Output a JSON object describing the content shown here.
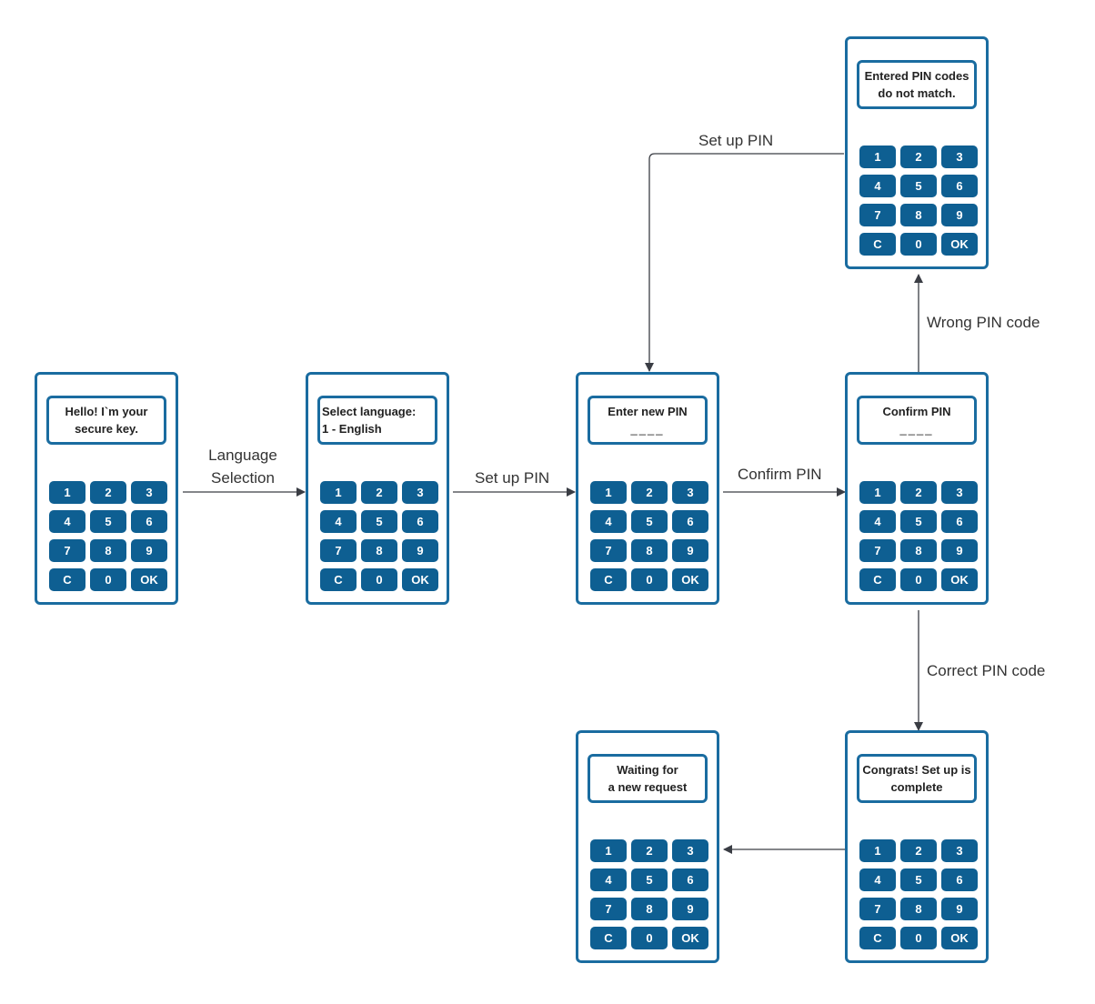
{
  "colors": {
    "device_border": "#1a6ca0",
    "key_fill": "#0e5f92",
    "key_text": "#ffffff",
    "arrow": "#3a3d44"
  },
  "keys": [
    "1",
    "2",
    "3",
    "4",
    "5",
    "6",
    "7",
    "8",
    "9",
    "C",
    "0",
    "OK"
  ],
  "devices": [
    {
      "id": "hello",
      "screen": [
        "Hello! I`m your",
        "secure key."
      ]
    },
    {
      "id": "language",
      "screen": [
        "Select language:",
        "1 - English"
      ]
    },
    {
      "id": "enter-pin",
      "screen": [
        "Enter new PIN",
        "____"
      ]
    },
    {
      "id": "confirm-pin",
      "screen": [
        "Confirm PIN",
        "____"
      ]
    },
    {
      "id": "mismatch",
      "screen": [
        "Entered PIN codes",
        "do not match."
      ]
    },
    {
      "id": "complete",
      "screen": [
        "Congrats! Set up is",
        "complete"
      ]
    },
    {
      "id": "waiting",
      "screen": [
        "Waiting for",
        "a new request"
      ]
    }
  ],
  "edges": [
    {
      "id": "language-selection",
      "from": "hello",
      "to": "language",
      "label": [
        "Language",
        "Selection"
      ]
    },
    {
      "id": "setup-pin",
      "from": "language",
      "to": "enter-pin",
      "label": "Set up PIN"
    },
    {
      "id": "confirm-pin",
      "from": "enter-pin",
      "to": "confirm-pin",
      "label": "Confirm PIN"
    },
    {
      "id": "wrong-pin",
      "from": "confirm-pin",
      "to": "mismatch",
      "label": "Wrong PIN code"
    },
    {
      "id": "setup-pin-retry",
      "from": "mismatch",
      "to": "enter-pin",
      "label": "Set up PIN"
    },
    {
      "id": "correct-pin",
      "from": "confirm-pin",
      "to": "complete",
      "label": "Correct PIN code"
    },
    {
      "id": "to-waiting",
      "from": "complete",
      "to": "waiting",
      "label": ""
    }
  ]
}
